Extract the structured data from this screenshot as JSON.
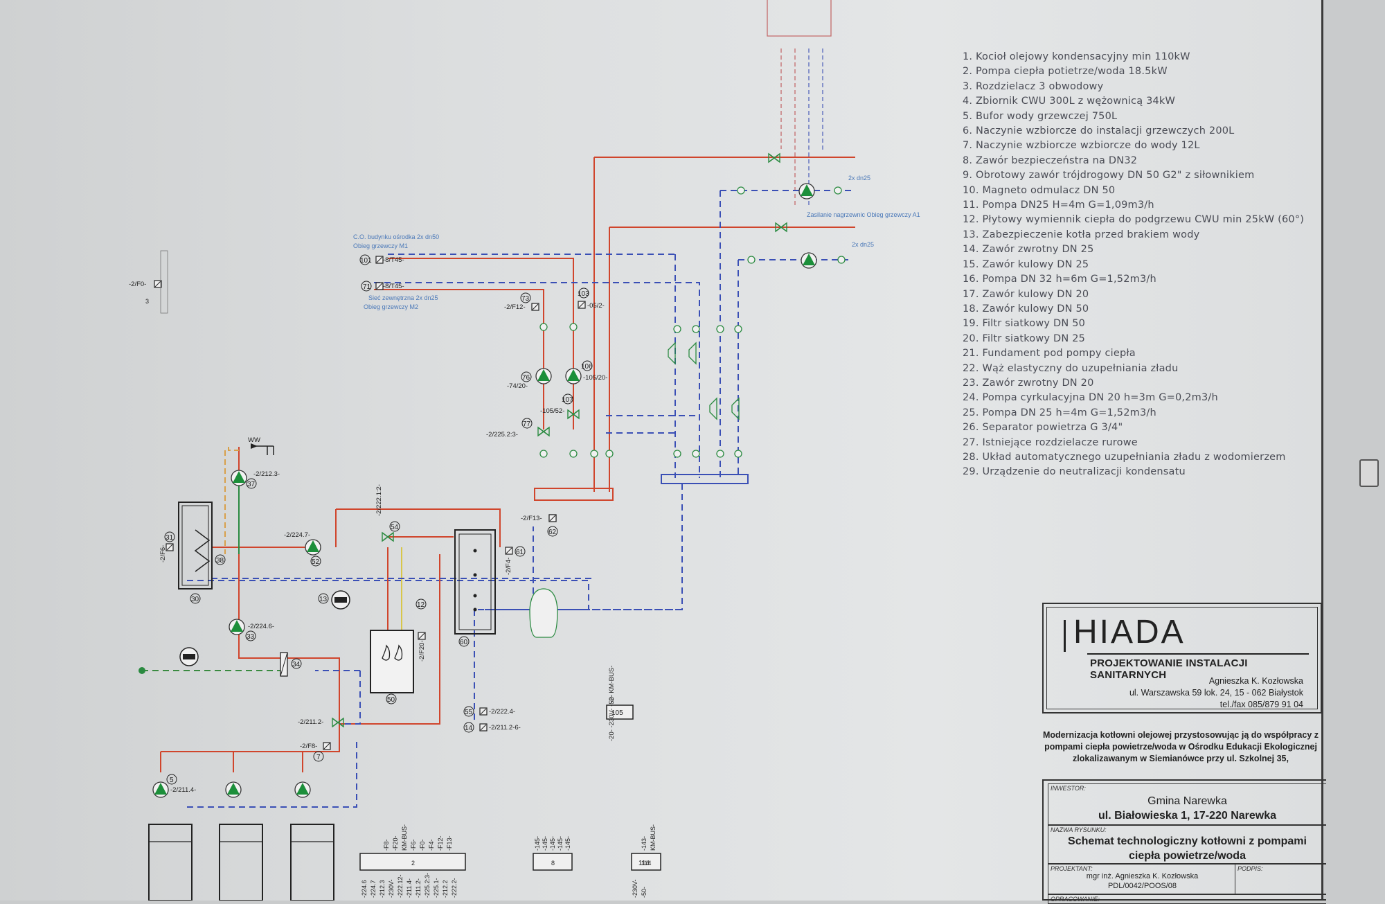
{
  "legend": [
    "1. Kocioł olejowy kondensacyjny min 110kW",
    "2. Pompa ciepła potietrze/woda 18.5kW",
    "3. Rozdzielacz 3 obwodowy",
    "4. Zbiornik CWU 300L z wężownicą 34kW",
    "5. Bufor wody grzewczej 750L",
    "6. Naczynie wzbiorcze do instalacji grzewczych 200L",
    "7. Naczynie wzbiorcze wzbiorcze do wody 12L",
    "8. Zawór bezpieczeństra na DN32",
    "9. Obrotowy zawór trójdrogowy DN 50 G2\" z siłownikiem",
    "10. Magneto odmulacz DN 50",
    "11. Pompa DN25 H=4m G=1,09m3/h",
    "12. Płytowy wymiennik ciepła do podgrzewu CWU min 25kW (60°)",
    "13. Zabezpieczenie kotła przed brakiem wody",
    "14. Zawór zwrotny DN 25",
    "15. Zawór kulowy DN 25",
    "16. Pompa DN 32 h=6m G=1,52m3/h",
    "17. Zawór kulowy DN 20",
    "18. Zawór kulowy DN 50",
    "19. Filtr siatkowy DN 50",
    "20. Filtr siatkowy DN 25",
    "21. Fundament pod pompy ciepła",
    "22. Wąż elastyczny do uzupełniania zładu",
    "23. Zawór zwrotny DN 20",
    "24. Pompa cyrkulacyjna DN 20 h=3m G=0,2m3/h",
    "25. Pompa DN 25 h=4m G=1,52m3/h",
    "26. Separator powietrza G 3/4\"",
    "27. Istniejące rozdzielacze rurowe",
    "28. Układ automatycznego uzupełniania zładu z wodomierzem",
    "29. Urządzenie do neutralizacji kondensatu"
  ],
  "company": {
    "name": "HIADA",
    "subtitle": "PROJEKTOWANIE INSTALACJI SANITARNYCH",
    "person": "Agnieszka K. Kozłowska",
    "address": "ul. Warszawska 59 lok. 24, 15 - 062 Białystok",
    "phone": "tel./fax 085/879 91 04"
  },
  "project_desc": "Modernizacja kotłowni olejowej przystosowując ją do współpracy z pompami ciepła powietrze/woda w Ośrodku Edukacji Ekologicznej zlokalizawanym w Siemianówce przy ul. Szkolnej 35,",
  "info": {
    "investor_label": "INWESTOR:",
    "investor_name": "Gmina Narewka",
    "investor_address": "ul. Białowieska 1, 17-220 Narewka",
    "drawing_label": "NAZWA RYSUNKU:",
    "drawing_name": "Schemat technologiczny kotłowni z pompami ciepła powietrze/woda",
    "designer_label": "PROJEKTANT:",
    "signature_label": "PODPIS:",
    "designer_name": "mgr inż. Agnieszka K. Kozłowska",
    "designer_license": "PDL/0042/POOS/08",
    "prepared_label": "OPRACOWANIE:"
  },
  "schematic": {
    "circuit_labels": {
      "co1": "C.O. budynku ośrodka 2x dn50",
      "co2": "Obieg grzewczy M1",
      "siec1": "Sieć zewnętrzna 2x dn25",
      "siec2": "Obieg grzewczy M2",
      "dn25_a": "2x dn25",
      "dn25_b": "2x dn25",
      "zasilanie": "Zasilanie nagrzewnic Obieg grzewczy A1"
    },
    "component_numbers": [
      "101",
      "71",
      "73",
      "103",
      "76",
      "106",
      "107",
      "77",
      "31",
      "37",
      "38",
      "30",
      "52",
      "54",
      "61",
      "12",
      "13",
      "33",
      "34",
      "50",
      "60",
      "55",
      "14",
      "5",
      "7",
      "105",
      "114",
      "62"
    ],
    "tags": {
      "t101": "-8/T45-",
      "t71": "-8/T45-",
      "f12": "-2/F12-",
      "t103": "-05/2-",
      "t76": "-74/20-",
      "t106": "-105/20-",
      "t105_52": "-105/52-",
      "t2252": "-2/225.2:3-",
      "f13": "-2/F13-",
      "f0": "-2/F0-",
      "ww": "WW",
      "t2123": "-2/212.3-",
      "f6": "-2/F6-",
      "t2247": "-2/224.7-",
      "t2222": "-2/222.1:2-",
      "f4": "-2/F4-",
      "t2246": "-2/224.6-",
      "f20": "-2/F20-",
      "t2112": "-2/211.2-",
      "f8": "-2/F8-",
      "t2114": "-2/211.4-",
      "t22224": "-2/222.4-",
      "t21126": "-2/211.2-6-",
      "dev105": "-2- KM-BUS-",
      "dev105b": "-20- -230V- -50-"
    },
    "terminals_2": [
      "-224.6",
      "-224.7",
      "-212.3",
      "-230V-",
      "-222.12-",
      "-211.4-",
      "-211.2-",
      "-225.2:3-",
      "-225.1-",
      "-212.2",
      "-222.2-"
    ],
    "terminals_2_top": [
      "-F8-",
      "-F20-",
      "KM-BUS-",
      "-F6-",
      "-F0-",
      "-F4-",
      "-F12-",
      "-F13-"
    ],
    "terminals_8": [
      "-145-",
      "-145-",
      "-145-",
      "-145-",
      "-145-"
    ],
    "terminals_114": [
      "-143-",
      "KM-BUS-"
    ],
    "terminals_114_bottom": [
      "-230V-",
      "-50-"
    ],
    "box_numbers": {
      "b2": "2",
      "b8": "8",
      "b114": "114",
      "b3": "3"
    }
  }
}
